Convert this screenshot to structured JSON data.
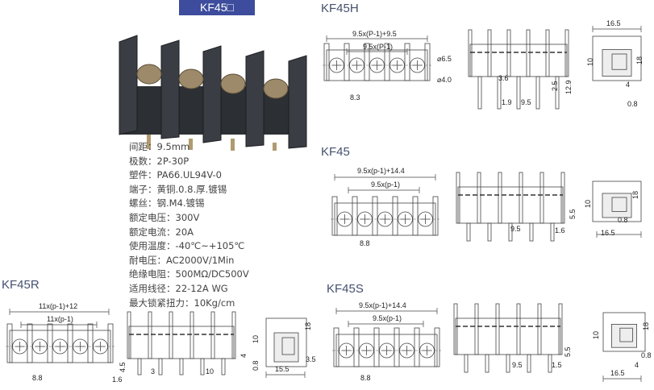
{
  "badge": "KF45□",
  "specs": [
    {
      "label": "间距：",
      "value": "9.5mm"
    },
    {
      "label": "极数：",
      "value": "2P-30P"
    },
    {
      "label": "塑件：",
      "value": "PA66.UL94V-0"
    },
    {
      "label": "端子：",
      "value": "黄铜.0.8.厚.镀锡"
    },
    {
      "label": "螺丝：",
      "value": "钢.M4.镀锡"
    },
    {
      "label": "额定电压：",
      "value": "300V"
    },
    {
      "label": "额定电流：",
      "value": "20A"
    },
    {
      "label": "使用温度：",
      "value": "-40℃~+105℃"
    },
    {
      "label": "耐电压：",
      "value": "AC2000V/1Min"
    },
    {
      "label": "绝缘电阻：",
      "value": "500MΩ/DC500V"
    },
    {
      "label": "适用线径：",
      "value": "22-12A WG"
    },
    {
      "label": "最大锁紧扭力：",
      "value": "10Kg/cm"
    }
  ],
  "sections": {
    "kf45h": {
      "title": "KF45H",
      "front": {
        "overall": "9.5x(P-1)+9.5",
        "pitch": "9.5x(P-1)",
        "d1": "⌀6.5",
        "d2": "⌀4.0",
        "w": "8.3"
      },
      "side": {
        "a": "3.6",
        "b": "1.9",
        "c": "9.5",
        "d": "2.5",
        "e": "12.9"
      },
      "end": {
        "w": "16.5",
        "h": "18",
        "h2": "10",
        "p": "4",
        "t": "0.8"
      }
    },
    "kf45": {
      "title": "KF45",
      "front": {
        "overall": "9.5x(p-1)+14.4",
        "pitch": "9.5x(p-1)",
        "w": "8.8"
      },
      "side": {
        "c": "9.5",
        "b": "1.6",
        "d": "5.5"
      },
      "end": {
        "h2": "10",
        "h": "18",
        "t": "0.8",
        "w": "16.5"
      }
    },
    "kf45r": {
      "title": "KF45R",
      "front": {
        "overall": "11x(p-1)+12",
        "pitch": "11x(p-1)",
        "w": "8.8",
        "d": "4.5",
        "b": "1.6"
      },
      "side": {
        "a": "3",
        "c": "10",
        "d": "4"
      },
      "end": {
        "h2": "10",
        "h": "18",
        "t": "0.8",
        "p": "3.5",
        "w": "15.5"
      }
    },
    "kf45s": {
      "title": "KF45S",
      "front": {
        "overall": "9.5x(p-1)+14.4",
        "pitch": "9.5x(p-1)",
        "w": "8.8"
      },
      "side": {
        "c": "9.5",
        "b": "1.5",
        "d": "5.5"
      },
      "end": {
        "h2": "10",
        "h": "18",
        "t": "0.8",
        "p": "4",
        "w": "16.5"
      }
    }
  }
}
